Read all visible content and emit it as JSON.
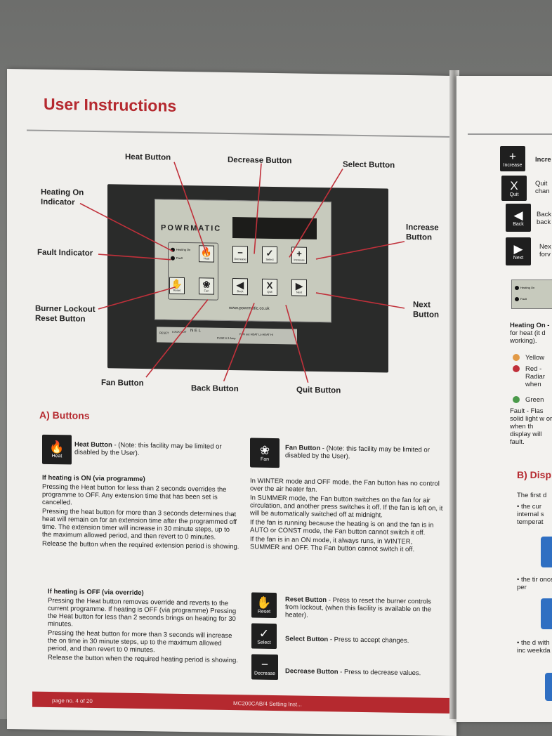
{
  "page": {
    "title": "User Instructions",
    "brand": "POWRMATIC",
    "url": "www.powrmatic.co.uk",
    "footer_left": "page no. 4 of 20",
    "footer_right": "MC200CAB/4  Setting Inst..."
  },
  "callouts": {
    "heat": "Heat Button",
    "decrease": "Decrease  Button",
    "select": "Select Button",
    "heating_on": "Heating On Indicator",
    "increase": "Increase Button",
    "fault": "Fault Indicator",
    "next": "Next Button",
    "burner": "Burner Lockout Reset Button",
    "fan": "Fan Button",
    "back": "Back  Button",
    "quit": "Quit  Button"
  },
  "controller": {
    "heating_on": "Heating On",
    "fault": "Fault",
    "heat": "Heat",
    "decrease": "Decrease",
    "select": "Select",
    "increase": "Increase",
    "reset": "Reset",
    "fan": "Fan",
    "back": "Back",
    "quit": "Quit",
    "next": "Next",
    "terminal_a": "RESET",
    "terminal_b": "LOCK OUT",
    "terminal_c": "N E L",
    "terminal_d": "FUSE 6.3 Amp",
    "terminal_e": "FAN out  HEAT Lo  HEAT Hi"
  },
  "section_a": {
    "heading": "A) Buttons",
    "heat_title": "Heat Button",
    "heat_note": " - (Note: this facility may be limited or disabled by the User).",
    "heat_icon_label": "Heat",
    "fan_title": "Fan Button",
    "fan_note": " - (Note: this facility may be limited or disabled by the User).",
    "fan_icon_label": "Fan",
    "on_heading": "If heating is ON (via programme)",
    "on_p1": "Pressing the Heat button for less than 2 seconds overrides the programme to OFF. Any extension time that has been set is cancelled.",
    "on_p2": "Pressing the heat button for more than 3 seconds determines that heat will remain on for an extension time after the programmed off time. The extension timer will increase in 30 minute steps, up to the maximum allowed period, and then revert to 0 minutes.",
    "on_p3": "Release the button when the required extension period is showing.",
    "off_heading": "If heating is OFF (via override)",
    "off_p1": "Pressing the Heat button removes override and reverts to the current programme. If heating is OFF (via programme) Pressing the Heat button for less than 2 seconds brings on heating for 30 minutes.",
    "off_p2": "Pressing the heat button for more than 3 seconds will increase the on time in 30 minute steps, up to the maximum allowed period, and then revert to 0 minutes.",
    "off_p3": "Release the button when the required heating period is showing.",
    "fan_p1": "In WINTER mode and OFF mode, the Fan button has no control over the air heater fan.",
    "fan_p2": "In SUMMER mode, the Fan button switches on the fan for air circulation, and another press switches it off. If the fan is left on, it will be automatically switched off at midnight.",
    "fan_p3": "If the fan is running because the heating is on and the fan is in AUTO or CONST mode, the Fan button cannot switch it off.",
    "fan_p4": "If the fan is in an ON mode, it always runs, in WINTER, SUMMER and OFF. The Fan button cannot switch it off.",
    "reset_title": "Reset Button",
    "reset_text": " - Press to reset the burner controls from lockout, (when this facility is available on the heater).",
    "reset_icon_label": "Reset",
    "select_title": "Select Button",
    "select_text": " - Press to accept changes.",
    "select_icon_label": "Select",
    "decrease_title": "Decrease  Button",
    "decrease_text": " - Press to decrease values.",
    "decrease_icon_label": "Decrease"
  },
  "next_page": {
    "items": [
      {
        "icon_label": "Increase",
        "text": "Incre"
      },
      {
        "icon_label": "Quit",
        "text": "Quit chan"
      },
      {
        "icon_label": "Back",
        "text": "Back back"
      },
      {
        "icon_label": "Next",
        "text": "Nex forv"
      }
    ],
    "mini_heating_on": "Heating On",
    "mini_fault": "Fault",
    "heating_on_title": "Heating On -",
    "heating_on_text": "for heat (it d working).",
    "yellow": "Yellow",
    "red": "Red - Radiar when",
    "green": "Green",
    "fault_text": "Fault - Flas solid light w or when th display will fault.",
    "section_b": "B) Disp",
    "b_p1": "The first d",
    "b_p2": "• the cur internal s temperat",
    "b_p3": "• the tir once per",
    "b_p4": "• the d with inc weekda"
  }
}
